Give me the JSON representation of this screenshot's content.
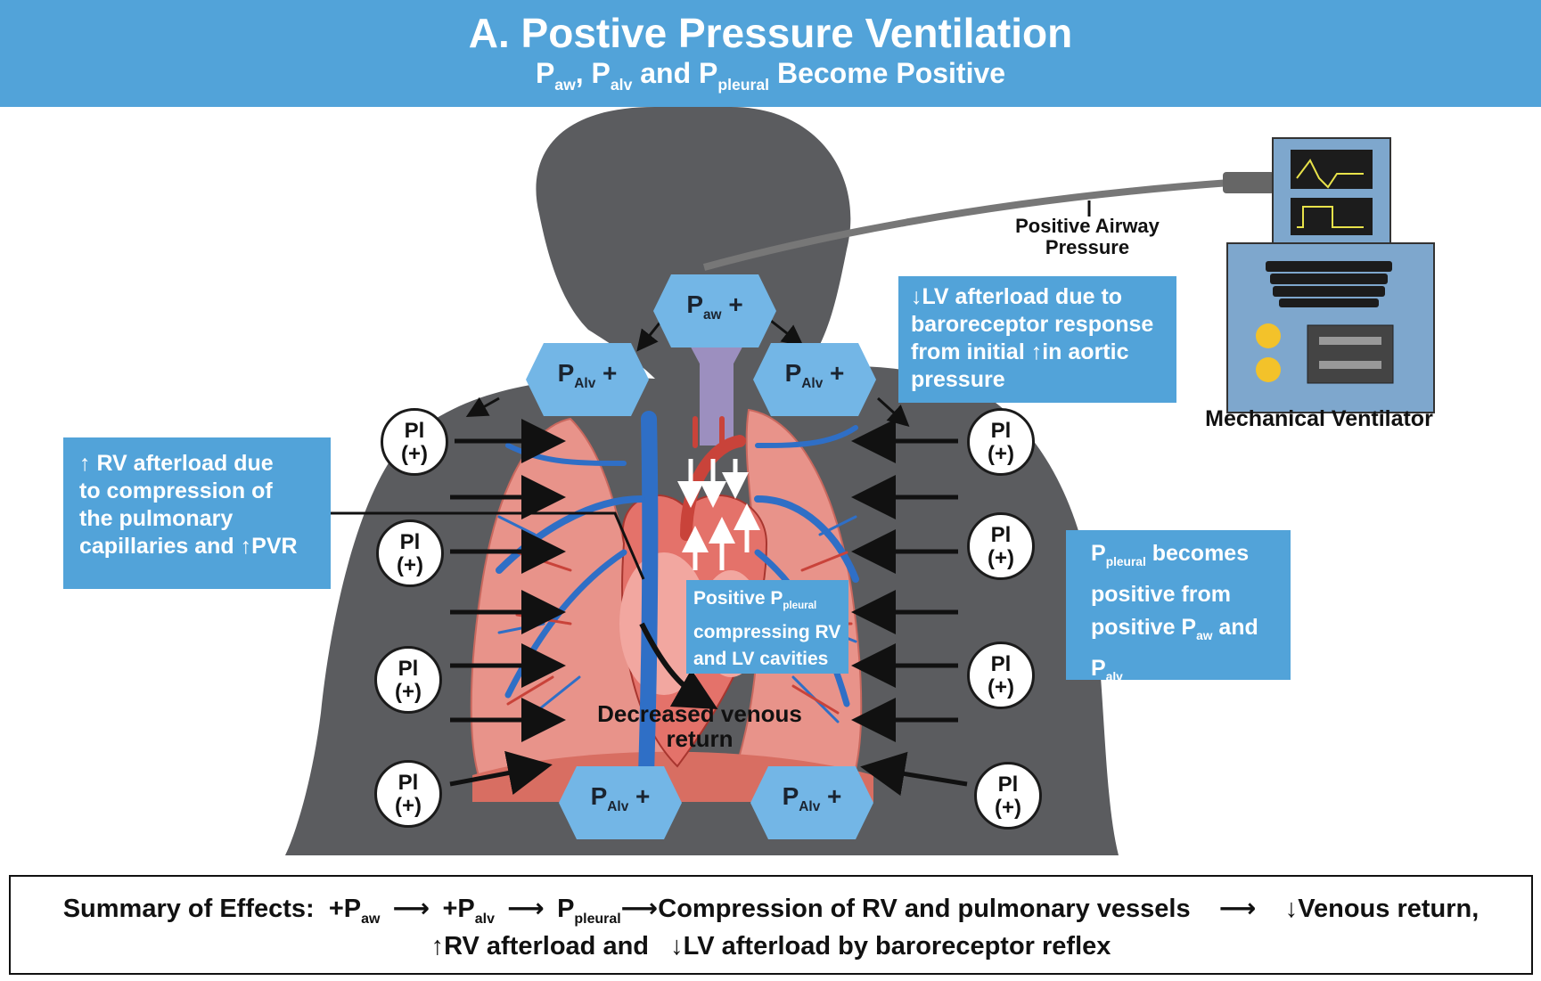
{
  "header": {
    "title": "A. Postive Pressure Ventilation",
    "subtitle": {
      "p1": "P",
      "s1": "aw",
      "sep1": ", ",
      "p2": "P",
      "s2": "alv",
      "sep2": " and ",
      "p3": "P",
      "s3": "pleural",
      "rest": " Become Positive"
    }
  },
  "hexagons": {
    "paw": {
      "p": "P",
      "sub": "aw",
      "sign": "+"
    },
    "alv": {
      "p": "P",
      "sub": "Alv",
      "sign": "+"
    }
  },
  "pleural_marker": {
    "line1": "Pl",
    "line2": "(+)"
  },
  "boxes": {
    "rv_afterload": {
      "arrow": "↑",
      "line1": "RV afterload due",
      "line2": "to compression of",
      "line3": "the pulmonary",
      "line4a": "capillaries and ",
      "arrow2": "↑",
      "line4b": "PVR"
    },
    "lv_afterload": {
      "arrow": "↓",
      "line1": "LV afterload due to",
      "line2": "baroreceptor response",
      "line3a": "from initial ",
      "arrow2": "↑",
      "line3b": "in aortic",
      "line4": "pressure"
    },
    "pleural_positive": {
      "p": "P",
      "sub": "pleural",
      "line1": " becomes",
      "line2": "positive from",
      "line3a": "positive P",
      "line3sub": "aw",
      "line3b": " and",
      "line4p": "P",
      "line4sub": "alv"
    },
    "compress": {
      "line1a": "Positive P",
      "line1sub": "pleural",
      "line2": "compressing RV",
      "line3": "and LV cavities"
    }
  },
  "labels": {
    "airway_line1": "Positive Airway",
    "airway_line2": "Pressure",
    "ventilator": "Mechanical Ventilator",
    "venous_line1": "Decreased venous",
    "venous_line2": "return"
  },
  "summary": {
    "lead": "Summary of Effects:",
    "paw": "+P",
    "paw_sub": "aw",
    "palv": "+P",
    "palv_sub": "alv",
    "ppl": "P",
    "ppl_sub": "pleural",
    "compression": "Compression of RV and pulmonary vessels",
    "venous_arrow": "↓",
    "venous": "Venous return,",
    "rv_arrow": "↑",
    "rv": "RV afterload and",
    "lv_arrow": "↓",
    "lv": "LV afterload by baroreceptor reflex"
  },
  "colors": {
    "header_bg": "#52a3d9",
    "box_bg": "#52a3d9",
    "silhouette": "#5b5c5f",
    "lung": "#e8938a",
    "vessel_blue": "#2f6fc6",
    "vessel_red": "#c9433a",
    "hexagon": "#73b6e6"
  }
}
